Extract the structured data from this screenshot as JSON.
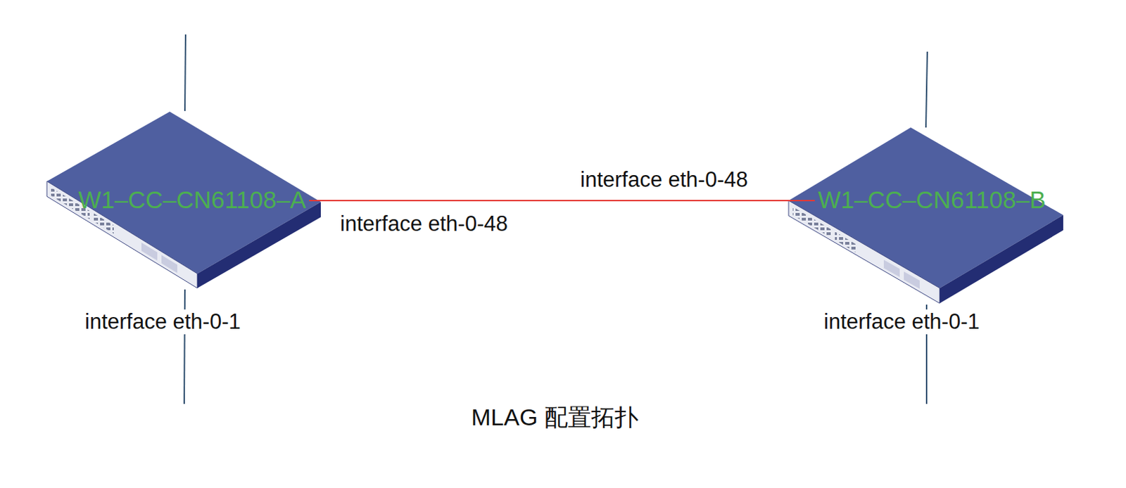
{
  "diagram": {
    "caption": "MLAG 配置拓扑",
    "nodes": [
      {
        "text": [
          "W1–CC–CN61108–A"
        ]
      },
      {
        "text": [
          "W1–CC–CN61108–B"
        ]
      }
    ],
    "edges": [
      {
        "from": 0,
        "to": 1,
        "arrow": "none"
      }
    ],
    "labels": [
      "interface eth-0-48",
      "interface eth-0-48",
      "interface eth-0-1",
      "interface eth-0-1"
    ]
  }
}
